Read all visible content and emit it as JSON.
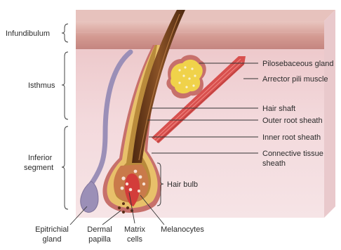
{
  "left_labels": {
    "infundibulum": "Infundibulum",
    "isthmus": "Isthmus",
    "inferior_segment_line1": "Inferior",
    "inferior_segment_line2": "segment"
  },
  "right_labels": {
    "pilosebaceous_gland": "Pilosebaceous gland",
    "arrector_pili_muscle": "Arrector pili muscle",
    "hair_shaft": "Hair shaft",
    "outer_root_sheath": "Outer root sheath",
    "inner_root_sheath": "Inner root sheath",
    "connective_tissue_sheath_line1": "Connective tissue",
    "connective_tissue_sheath_line2": "sheath",
    "hair_bulb": "Hair bulb"
  },
  "bottom_labels": {
    "epitrichial_gland_line1": "Epitrichial",
    "epitrichial_gland_line2": "gland",
    "dermal_papilla_line1": "Dermal",
    "dermal_papilla_line2": "papilla",
    "matrix_cells_line1": "Matrix",
    "matrix_cells_line2": "cells",
    "melanocytes": "Melanocytes"
  },
  "colors": {
    "skin_top": "#e3b9b5",
    "epidermis": "#c98e86",
    "dermis": "#f1d4d8",
    "hair_shaft": "#6a3a1c",
    "outer_sheath": "#e8c06a",
    "inner_sheath": "#b98a3b",
    "muscle": "#d8504e",
    "gland": "#f0d24a",
    "epitrichial_gland": "#9b8fb7",
    "leader_line": "#333333"
  }
}
